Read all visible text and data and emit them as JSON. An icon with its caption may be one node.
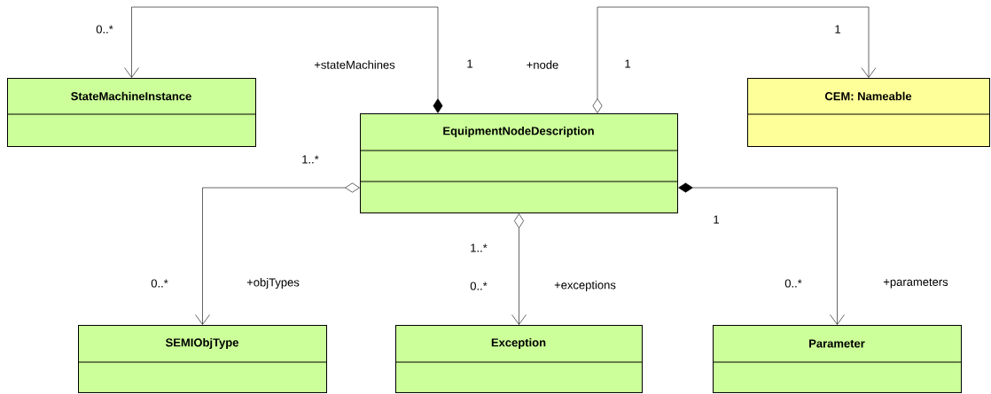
{
  "diagram": {
    "nodes": [
      {
        "text": [
          "StateMachineInstance"
        ]
      },
      {
        "text": [
          "EquipmentNodeDescription"
        ]
      },
      {
        "text": [
          "CEM: Nameable"
        ]
      },
      {
        "text": [
          "SEMIObjType"
        ]
      },
      {
        "text": [
          "Exception"
        ]
      },
      {
        "text": [
          "Parameter"
        ]
      }
    ],
    "edges": [
      {
        "from": 1,
        "to": 0,
        "arrow": "to",
        "label": "+stateMachines"
      },
      {
        "from": 1,
        "to": 2,
        "arrow": "to",
        "label": "+node"
      },
      {
        "from": 1,
        "to": 3,
        "arrow": "to",
        "label": "+objTypes"
      },
      {
        "from": 1,
        "to": 4,
        "arrow": "to",
        "label": "+exceptions"
      },
      {
        "from": 1,
        "to": 5,
        "arrow": "to",
        "label": "+parameters"
      }
    ],
    "labels": [
      "0..*",
      "1",
      "1",
      "1",
      "1..*",
      "1",
      "1..*",
      "0..*",
      "0..*",
      "0..*"
    ]
  }
}
